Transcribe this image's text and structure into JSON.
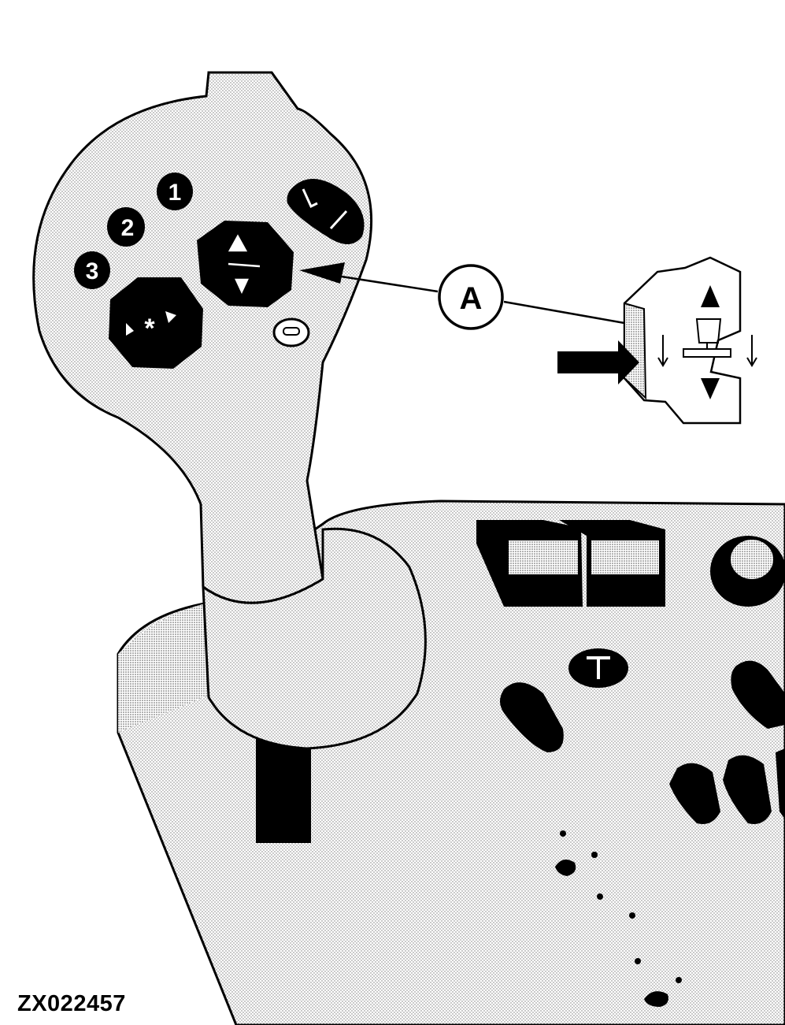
{
  "figure": {
    "id_label": "ZX022457",
    "callout_letter": "A"
  },
  "joystick_buttons": {
    "numbered": [
      "1",
      "2",
      "3"
    ]
  },
  "icons": {
    "callout_target": "hitch-raise-lower-rocker-icon",
    "pointer": "arrow-right-icon"
  },
  "colors": {
    "ink": "#000000",
    "paper": "#ffffff",
    "shade": "#d6d6d6"
  }
}
